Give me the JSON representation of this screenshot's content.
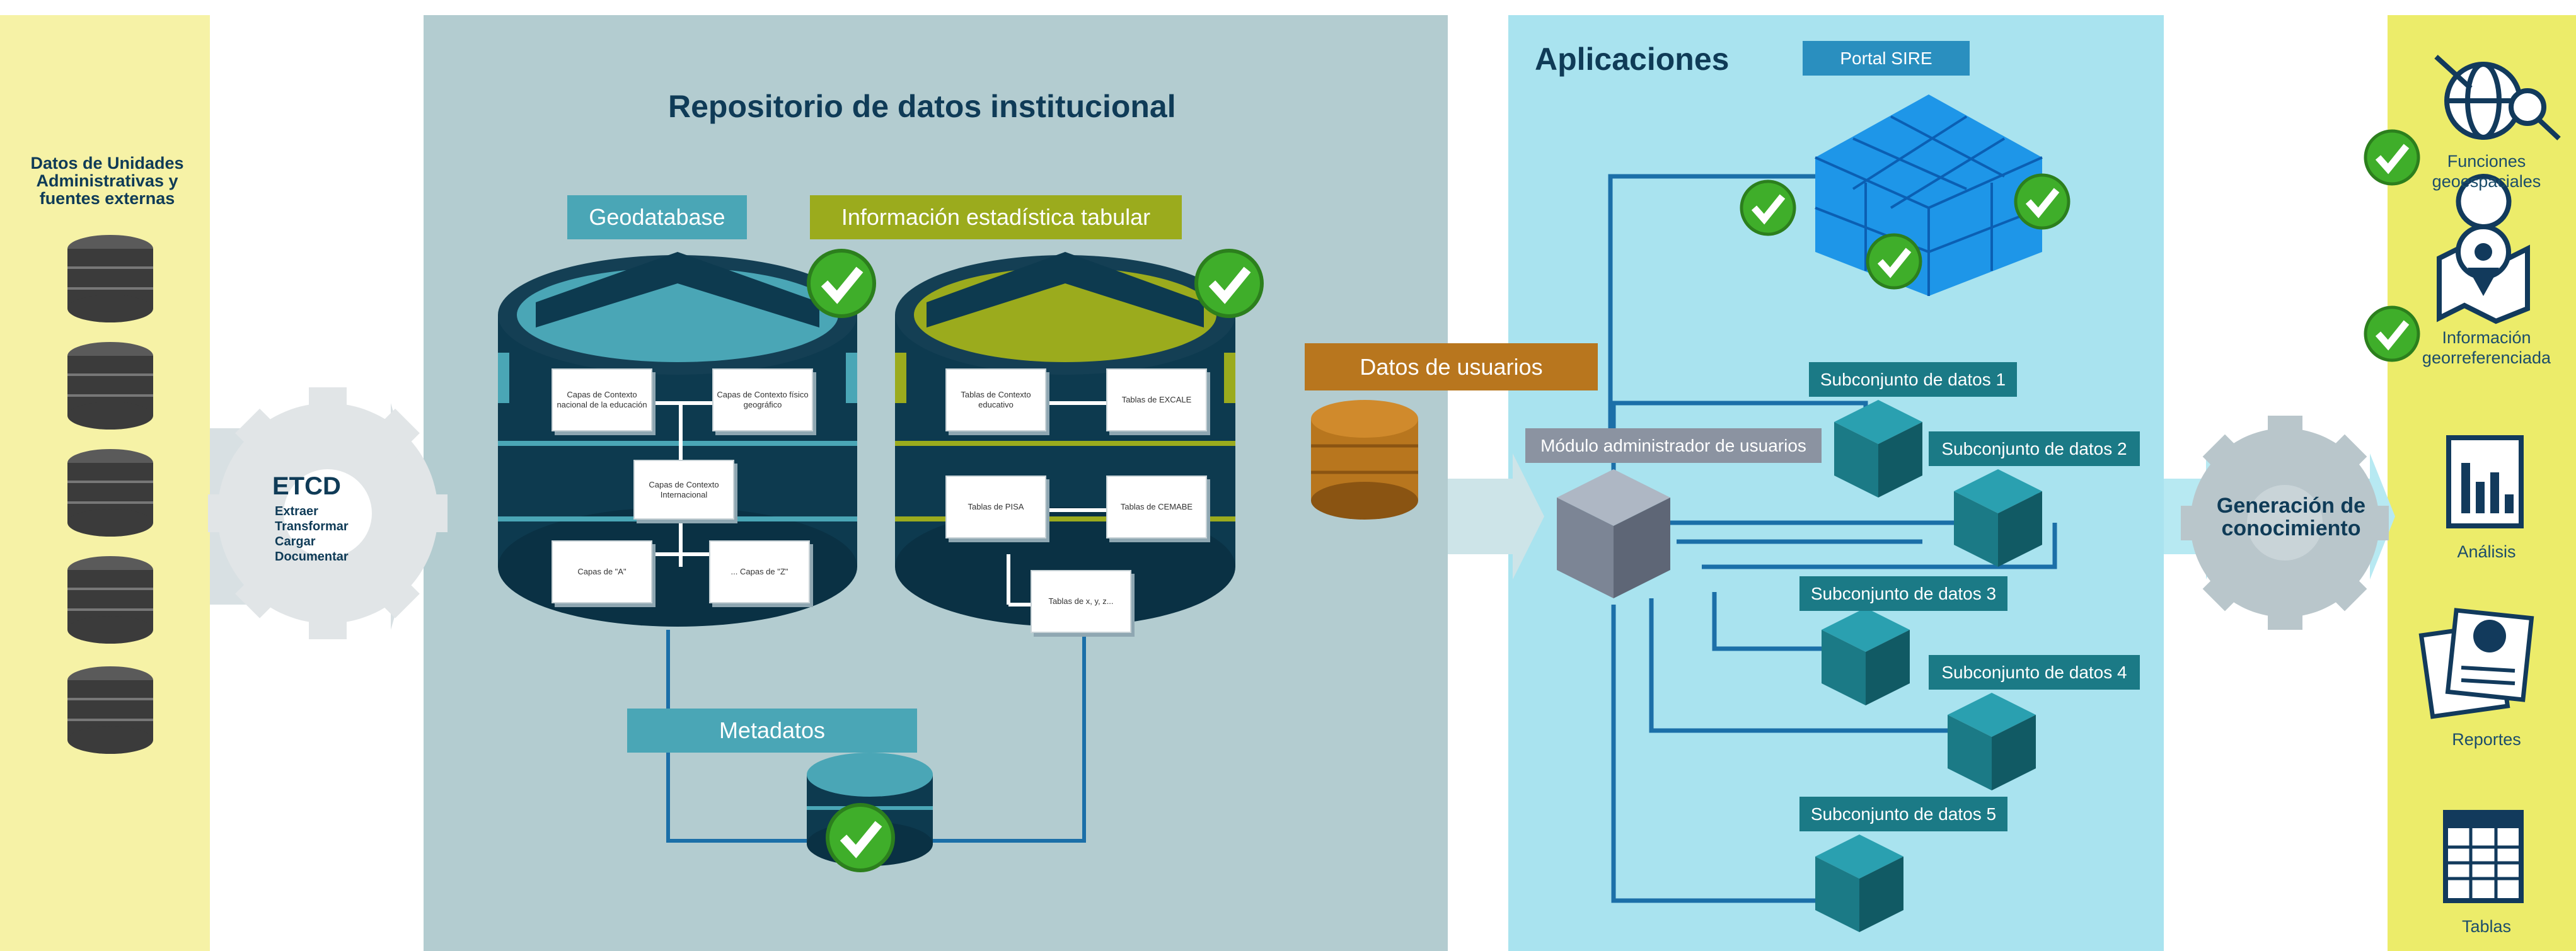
{
  "left": {
    "title": "Datos de Unidades Administrativas y fuentes externas"
  },
  "etcd": {
    "title": "ETCD",
    "lines": [
      "Extraer",
      "Transformar",
      "Cargar",
      "Documentar"
    ]
  },
  "repository": {
    "title": "Repositorio de datos institucional",
    "geodatabase": {
      "label": "Geodatabase",
      "cards": [
        "Capas de Contexto nacional de la educación",
        "Capas de Contexto físico geográfico",
        "Capas de Contexto Internacional",
        "Capas de \"A\"",
        "... Capas de \"Z\""
      ]
    },
    "tabular": {
      "label": "Información estadística tabular",
      "cards": [
        "Tablas de Contexto educativo",
        "Tablas de EXCALE",
        "Tablas de PISA",
        "Tablas de CEMABE",
        "Tablas de x, y, z..."
      ]
    },
    "metadata": {
      "label": "Metadatos"
    }
  },
  "user_data": {
    "label": "Datos de usuarios"
  },
  "applications": {
    "title": "Aplicaciones",
    "portal": "Portal SIRE",
    "admin_module": "Módulo administrador de usuarios",
    "subsets": [
      "Subconjunto de datos 1",
      "Subconjunto de datos 2",
      "Subconjunto de datos 3",
      "Subconjunto de datos 4",
      "Subconjunto de datos 5"
    ]
  },
  "knowledge": {
    "title": "Generación de conocimiento"
  },
  "outputs": [
    {
      "icon": "globe-tools-icon",
      "label": "Funciones geoespaciales"
    },
    {
      "icon": "map-pin-icon",
      "label": "Información georreferenciada"
    },
    {
      "icon": "bar-chart-icon",
      "label": "Análisis"
    },
    {
      "icon": "report-icon",
      "label": "Reportes"
    },
    {
      "icon": "table-icon",
      "label": "Tablas"
    }
  ],
  "colors": {
    "left_panel": "#f6f2a6",
    "repository_panel": "#b3ccd0",
    "applications_panel": "#a9e3ef",
    "right_panel": "#ecec6a",
    "teal_banner": "#4aa6b6",
    "olive_banner": "#9bab1d",
    "check_green": "#3fae2a",
    "cube_blue": "#1e96e8",
    "subset_teal": "#1b7a86"
  }
}
